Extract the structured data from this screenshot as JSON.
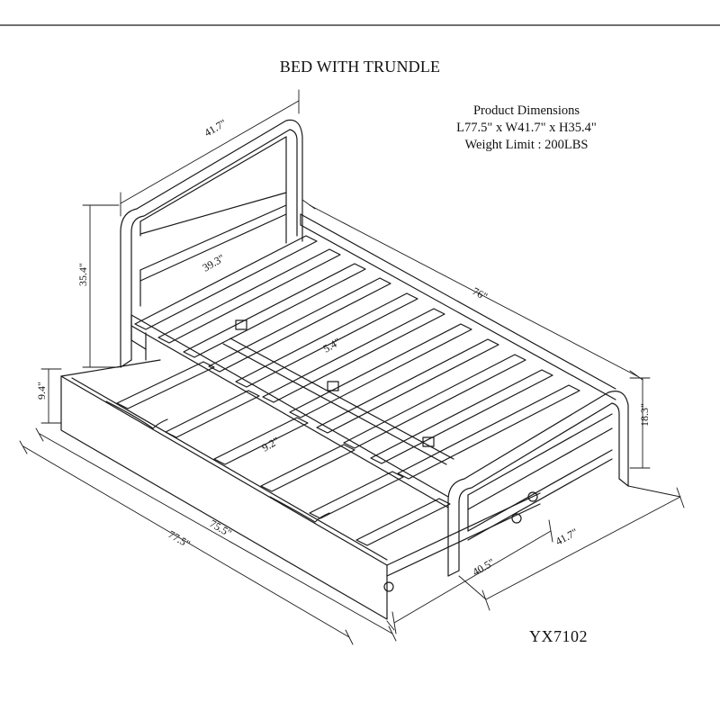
{
  "title": "BED WITH TRUNDLE",
  "product_dimensions": {
    "heading": "Product Dimensions",
    "size": "L77.5\" x W41.7\" x H35.4\"",
    "weight_limit": "Weight Limit : 200LBS"
  },
  "model_number": "YX7102",
  "dimension_labels": {
    "headboard_width": "41.7\"",
    "headboard_height": "35.4\"",
    "inner_width": "39.3\"",
    "side_length": "76\"",
    "slat_gap": "5.4\"",
    "footboard_height": "18.3\"",
    "trundle_height": "9.4\"",
    "trundle_slat_gap": "9.2\"",
    "trundle_length": "75.5\"",
    "total_length": "77.5\"",
    "trundle_width": "40.5\"",
    "total_width": "41.7\""
  },
  "colors": {
    "line": "#1a1a1a",
    "background": "#ffffff"
  }
}
